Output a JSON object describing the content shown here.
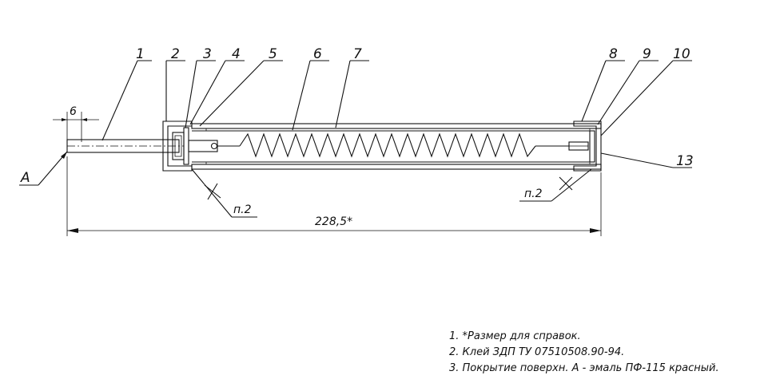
{
  "callouts": [
    "1",
    "2",
    "3",
    "4",
    "5",
    "6",
    "7",
    "8",
    "9",
    "10",
    "13"
  ],
  "dimensions": {
    "total_length": "228,5*",
    "end_length": "6"
  },
  "labels": {
    "surface_a": "A",
    "glue_left": "п.2",
    "glue_right": "п.2"
  },
  "notes": [
    "1. *Размер для справок.",
    "2. Клей ЗДП ТУ 07510508.90-94.",
    "3. Покрытие поверхн. А - эмаль ПФ-115 красный."
  ]
}
